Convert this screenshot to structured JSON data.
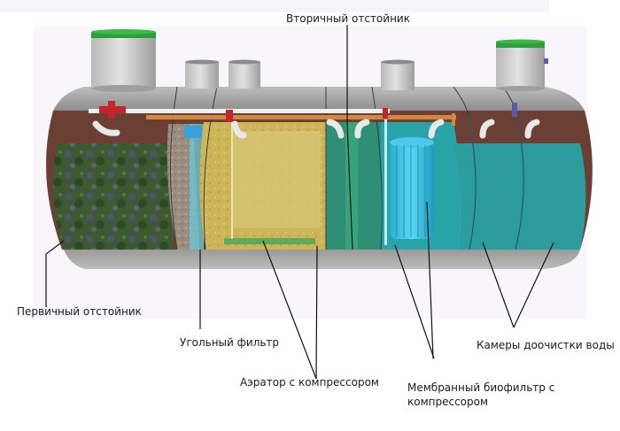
{
  "diagram": {
    "subject": "Septic tank wastewater treatment system cross-section",
    "colors": {
      "tank_shell": "#a7a7a7",
      "tank_shell_light": "#c4c4c4",
      "hatch_lid": "#2e9e3a",
      "interior_brown": "#6b3f34",
      "primary_settler": "#3f5e34",
      "carbon_filter": "#9b8e80",
      "aerator_zone": "#c9b24a",
      "secondary_settler": "#2f8f74",
      "biofilter_water": "#2aa3a8",
      "membrane_cylinder": "#36c0e0",
      "post_treatment_water": "#2c9c9e",
      "pipe_orange": "#d2893f",
      "pipe_white": "#efefef",
      "valve_red": "#c4242a",
      "leader_line": "#111111"
    },
    "labels": {
      "secondary_settler": "Вторичный отстойник",
      "primary_settler": "Первичный отстойник",
      "carbon_filter": "Угольный фильтр",
      "aerator": "Аэратор с компрессором",
      "membrane_biofilter_line1": "Мембранный биофильтр с",
      "membrane_biofilter_line2": "компрессором",
      "post_treatment_chambers": "Камеры доочистки воды"
    }
  }
}
